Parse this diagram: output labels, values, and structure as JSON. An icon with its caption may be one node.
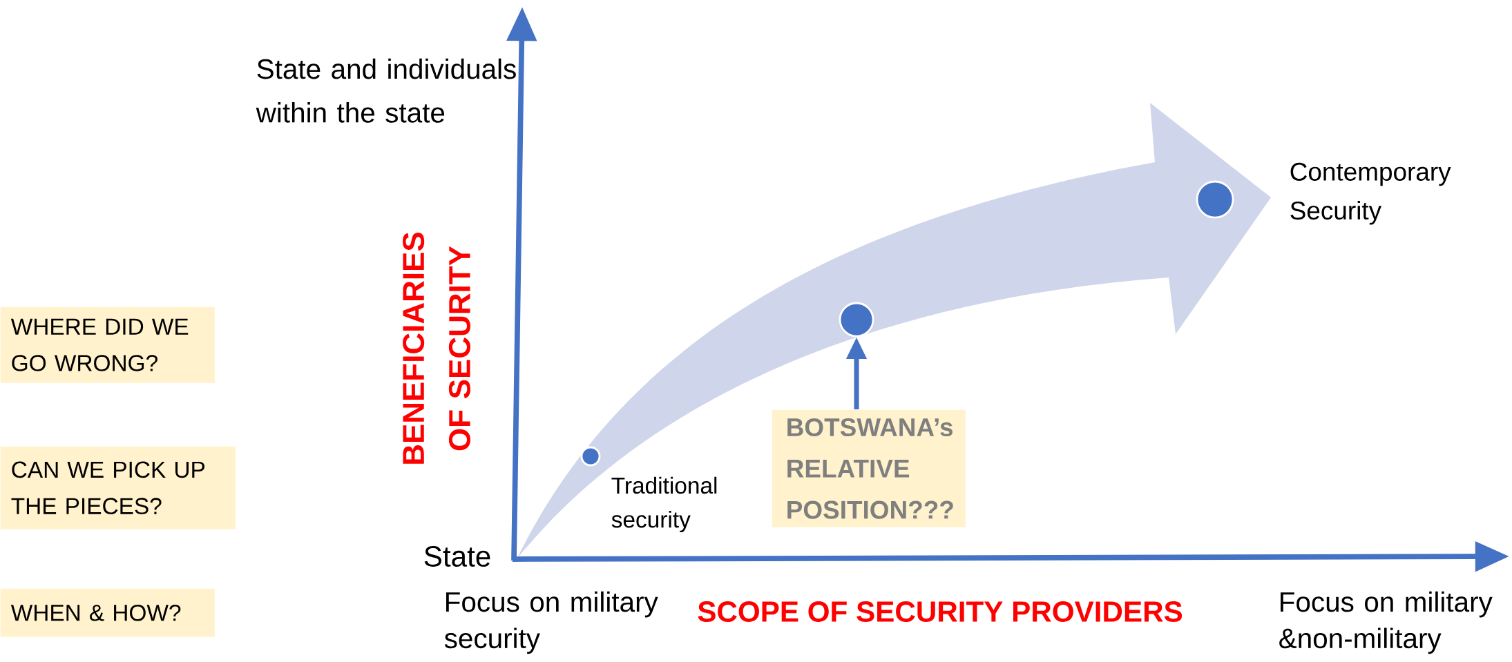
{
  "diagram": {
    "nodes": [
      {
        "text": [
          "WHERE DID WE GO WRONG?"
        ]
      },
      {
        "text": [
          "CAN WE PICK UP THE PIECES?"
        ]
      },
      {
        "text": [
          "WHEN & HOW?"
        ]
      },
      {
        "text": [
          "BOTSWANA’s RELATIVE POSITION???"
        ]
      },
      {
        "text": [],
        "shape": "circle",
        "beside": [
          "Traditional security"
        ]
      },
      {
        "text": [],
        "shape": "circle"
      },
      {
        "text": [],
        "shape": "circle",
        "beside": [
          "Contemporary Security"
        ]
      }
    ],
    "edges": [
      {
        "from": 3,
        "to": 5,
        "arrow": "to"
      }
    ],
    "labels": [
      "State and individuals within the state",
      "BENEFICIARIES OF SECURITY",
      "State",
      "Focus on military security",
      "SCOPE OF SECURITY PROVIDERS",
      "Focus on military &non-military"
    ]
  }
}
